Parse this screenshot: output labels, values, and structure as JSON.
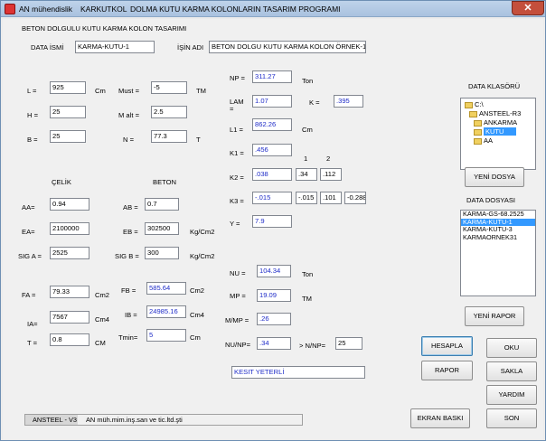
{
  "window": {
    "menu": [
      "AN mühendislik",
      "KARKUTKOL",
      "DOLMA KUTU KARMA KOLONLARIN  TASARIM  PROGRAMI"
    ],
    "close_glyph": "✕"
  },
  "header": {
    "title": "BETON DOLGULU KUTU KARMA KOLON TASARIMI",
    "data_ismi_label": "DATA İSMİ",
    "data_ismi_value": "KARMA-KUTU-1",
    "isin_adi_label": "İŞİN ADI",
    "isin_adi_value": "BETON DOLGU KUTU KARMA KOLON ÖRNEK-1"
  },
  "geometry": {
    "L": {
      "label": "L =",
      "value": "925",
      "unit": "Cm"
    },
    "H": {
      "label": "H =",
      "value": "25"
    },
    "B": {
      "label": "B =",
      "value": "25"
    }
  },
  "loads": {
    "Must": {
      "label": "Must =",
      "value": "-5",
      "unit": "TM"
    },
    "Malt": {
      "label": "M alt =",
      "value": "2.5"
    },
    "N": {
      "label": "N =",
      "value": "77.3",
      "unit": "T"
    }
  },
  "celik": {
    "heading": "ÇELİK",
    "AA": {
      "label": "AA=",
      "value": "0.94"
    },
    "EA": {
      "label": "EA=",
      "value": "2100000"
    },
    "SIGA": {
      "label": "SIG A =",
      "value": "2525"
    }
  },
  "beton": {
    "heading": "BETON",
    "AB": {
      "label": "AB =",
      "value": "0.7"
    },
    "EB": {
      "label": "EB =",
      "value": "302500",
      "unit": "Kg/Cm2"
    },
    "SIGB": {
      "label": "SIG B =",
      "value": "300",
      "unit": "Kg/Cm2"
    }
  },
  "section": {
    "FA": {
      "label": "FA =",
      "value": "79.33",
      "unit": "Cm2"
    },
    "IA": {
      "label": "IA=",
      "value": "7567",
      "unit": "Cm4"
    },
    "T": {
      "label": "T =",
      "value": "0.8",
      "unit": "CM"
    },
    "FB": {
      "label": "FB =",
      "value": "585.64",
      "unit": "Cm2"
    },
    "IB": {
      "label": "IB =",
      "value": "24985.16",
      "unit": "Cm4"
    },
    "Tmin": {
      "label": "Tmin=",
      "value": "5",
      "unit": "Cm"
    }
  },
  "calc": {
    "NP": {
      "label": "NP =",
      "value": "311.27",
      "unit": "Ton"
    },
    "LAM": {
      "label": "LAM\n=",
      "value": "1.07"
    },
    "K": {
      "label": "K =",
      "value": ".395"
    },
    "L1": {
      "label": "L1 =",
      "value": "862.26",
      "unit": "Cm"
    },
    "K1": {
      "label": "K1 =",
      "value": ".456"
    },
    "col1": "1",
    "col2": "2",
    "K2": {
      "label": "K2 =",
      "v0": ".038",
      "v1": ".34",
      "v2": ".112"
    },
    "K3": {
      "label": "K3 =",
      "v0": "-.015",
      "v1": "-.015",
      "v2": ".101",
      "v3": "-0.288"
    },
    "Y": {
      "label": "Y =",
      "value": "7.9"
    },
    "NU": {
      "label": "NU =",
      "value": "104.34",
      "unit": "Ton"
    },
    "MP": {
      "label": "MP =",
      "value": "19.09",
      "unit": "TM"
    },
    "MMP": {
      "label": "M/MP =",
      "value": ".26"
    },
    "NUNP": {
      "label": "NU/NP=",
      "value": ".34",
      "cmp_label": "> N/NP=",
      "cmp_value": "25"
    },
    "result": "KESIT YETERLİ"
  },
  "data_klasoru": {
    "label": "DATA KLASÖRÜ",
    "tree": [
      "C:\\",
      "ANSTEEL-R3",
      "ANKARMA",
      "KUTU",
      "AA"
    ],
    "new_folder_button": "YENİ DOSYA"
  },
  "data_dosyasi": {
    "label": "DATA DOSYASI",
    "files": [
      "KARMA-GS-68.2525",
      "KARMA-KUTU-1",
      "KARMA-KUTU-3",
      "KARMAORNEK31"
    ],
    "selected_index": 1,
    "new_report_button": "YENİ RAPOR"
  },
  "buttons": {
    "hesapla": "HESAPLA",
    "oku": "OKU",
    "rapor": "RAPOR",
    "sakla": "SAKLA",
    "yardim": "YARDIM",
    "ekran_baski": "EKRAN BASKI",
    "son": "SON"
  },
  "status": {
    "version": "ANSTEEL  - V3",
    "company": "AN müh.mim.inş.san ve tic.ltd.şti"
  }
}
